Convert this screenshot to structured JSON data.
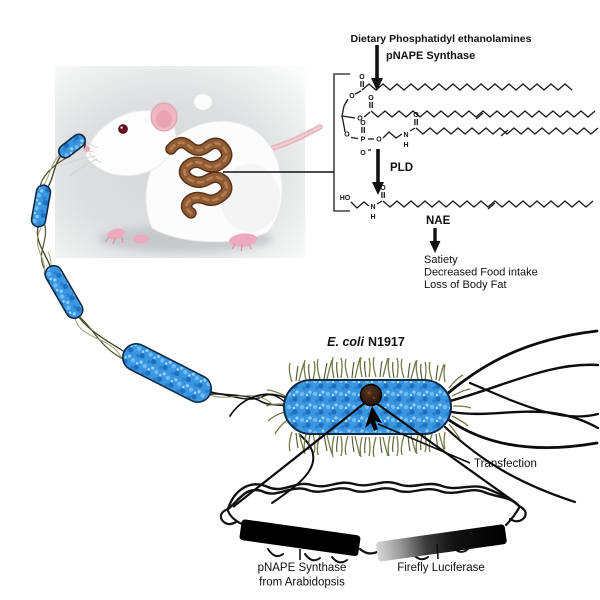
{
  "pathway": {
    "substrate": "Dietary Phosphatidyl ethanolamines",
    "enzyme1": "pNAPE Synthase",
    "enzyme2": "PLD",
    "product": "NAE",
    "effects": [
      "Satiety",
      "Decreased Food intake",
      "Loss of Body Fat"
    ],
    "atoms": {
      "o": "O",
      "p": "P",
      "n": "N",
      "h": "H",
      "ho": "HO"
    }
  },
  "bacterium": {
    "species": "E. coli",
    "strain": "N1917"
  },
  "transfection": {
    "label": "Transfection"
  },
  "plasmid": {
    "gene1_line1": "pNAPE Synthase",
    "gene1_line2": "from Arabidopsis",
    "gene2": "Firefly Luciferase"
  },
  "colors": {
    "bacteria_blue": "#3a96e0",
    "bacteria_blue_dark": "#1d6fc0",
    "pili_green": "#6e7d46",
    "intestine_brown": "#8f5c36",
    "gene_bar": "#000000",
    "photo_gray": "#d7d9da"
  }
}
